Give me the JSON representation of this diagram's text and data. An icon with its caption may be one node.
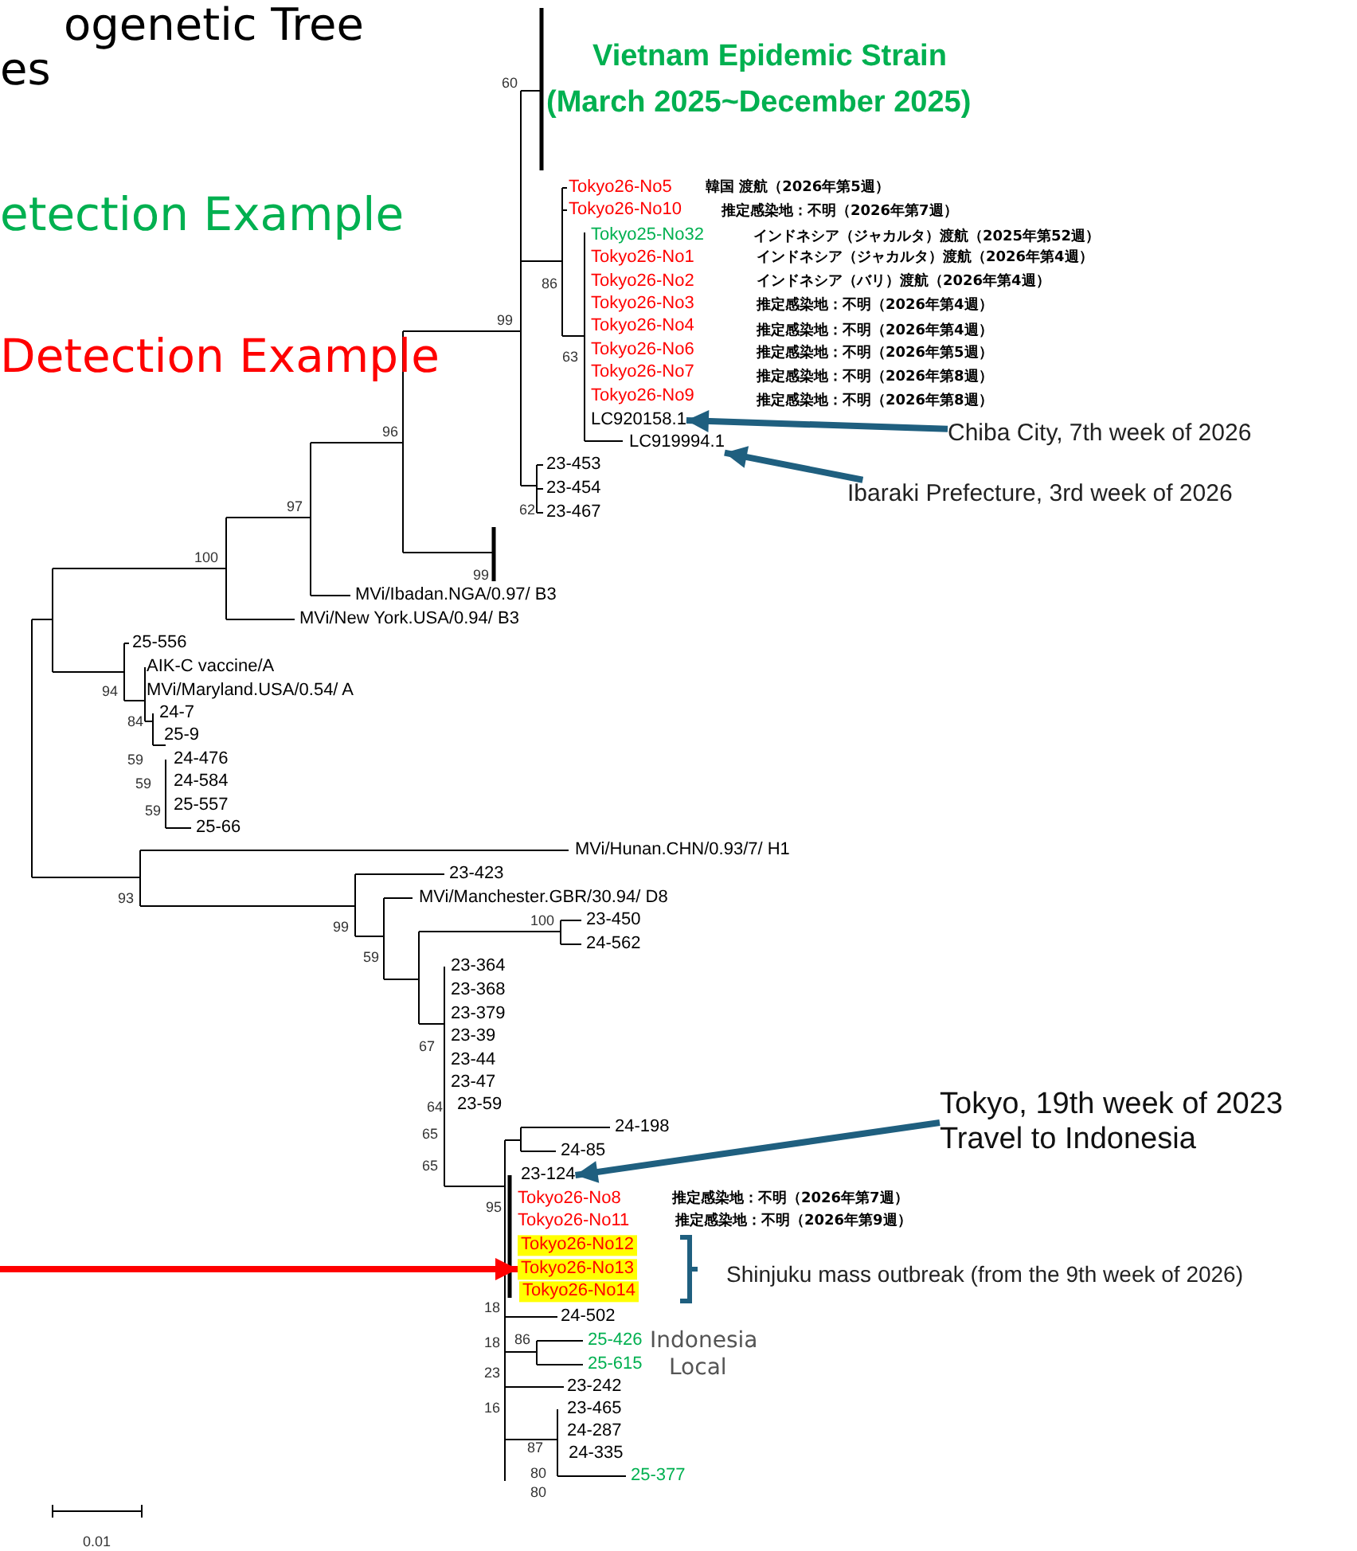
{
  "diagram": {
    "nodes": [
      {
        "text": [
          "LC920158.1"
        ]
      },
      {
        "text": [
          "Chiba City, 7th week of 2026"
        ]
      },
      {
        "text": [
          "LC919994.1"
        ]
      },
      {
        "text": [
          "Ibaraki Prefecture, 3rd week of 2026"
        ]
      },
      {
        "text": [
          "Tokyo, 19th week of 2023 Travel to Indonesia"
        ]
      },
      {
        "text": [
          "23-124"
        ]
      },
      {
        "text": [
          "Tokyo26-No12"
        ]
      },
      {
        "text": [
          "Tokyo26-No13"
        ]
      },
      {
        "text": [
          "Tokyo26-No14"
        ]
      }
    ],
    "edges": [
      {
        "from": 1,
        "to": 0,
        "arrow": "to"
      },
      {
        "from": 3,
        "to": 2,
        "arrow": "to"
      },
      {
        "from": 4,
        "to": 5,
        "arrow": "to"
      },
      {
        "from": null,
        "to": 7,
        "arrow": "to",
        "color": "#ff0000"
      }
    ],
    "labels": [
      "ogenetic Tree",
      "es",
      "Vietnam Epidemic Strain",
      "(March 2025~December 2025)",
      "60",
      "etection Example",
      "Tokyo26-No5",
      "韓国 渡航（2026年第5週）",
      "Tokyo26-No10",
      "推定感染地：不明（2026年第7週）",
      "Tokyo25-No32",
      "インドネシア（ジャカルタ）渡航（2025年第52週）",
      "Tokyo26-No1",
      "インドネシア（ジャカルタ）渡航（2026年第4週）",
      "Tokyo26-No2",
      "インドネシア（バリ）渡航（2026年第4週）",
      "86",
      "Tokyo26-No3",
      "推定感染地：不明（2026年第4週）",
      "99",
      "Tokyo26-No4",
      "推定感染地：不明（2026年第4週）",
      "Tokyo26-No6",
      "推定感染地：不明（2026年第5週）",
      "Detection Example",
      "63",
      "Tokyo26-No7",
      "推定感染地：不明（2026年第8週）",
      "Tokyo26-No9",
      "推定感染地：不明（2026年第8週）",
      "96",
      "23-453",
      "23-454",
      "97",
      "62",
      "23-467",
      "100",
      "99",
      "MVi/Ibadan.NGA/0.97/ B3",
      "MVi/New York.USA/0.94/ B3",
      "25-556",
      "AIK-C vaccine/A",
      "94",
      "MVi/Maryland.USA/0.54/ A",
      "24-7",
      "84",
      "25-9",
      "59",
      "24-476",
      "59",
      "24-584",
      "25-557",
      "59",
      "25-66",
      "MVi/Hunan.CHN/0.93/7/ H1",
      "23-423",
      "93",
      "MVi/Manchester.GBR/30.94/ D8",
      "23-450",
      "99",
      "100",
      "24-562",
      "59",
      "23-364",
      "23-368",
      "23-379",
      "23-39",
      "67",
      "23-44",
      "23-47",
      "64",
      "23-59",
      "24-198",
      "65",
      "24-85",
      "65",
      "Tokyo26-No8",
      "推定感染地：不明（2026年第7週）",
      "95",
      "Tokyo26-No11",
      "推定感染地：不明（2026年第9週）",
      "Shinjuku mass outbreak (from the 9th week of 2026)",
      "18",
      "24-502",
      "25-426",
      "Indonesia",
      "18",
      "86",
      "25-615",
      "Local",
      "23",
      "23-242",
      "16",
      "23-465",
      "24-287",
      "87",
      "24-335",
      "80",
      "25-377",
      "80",
      "0.01"
    ]
  }
}
